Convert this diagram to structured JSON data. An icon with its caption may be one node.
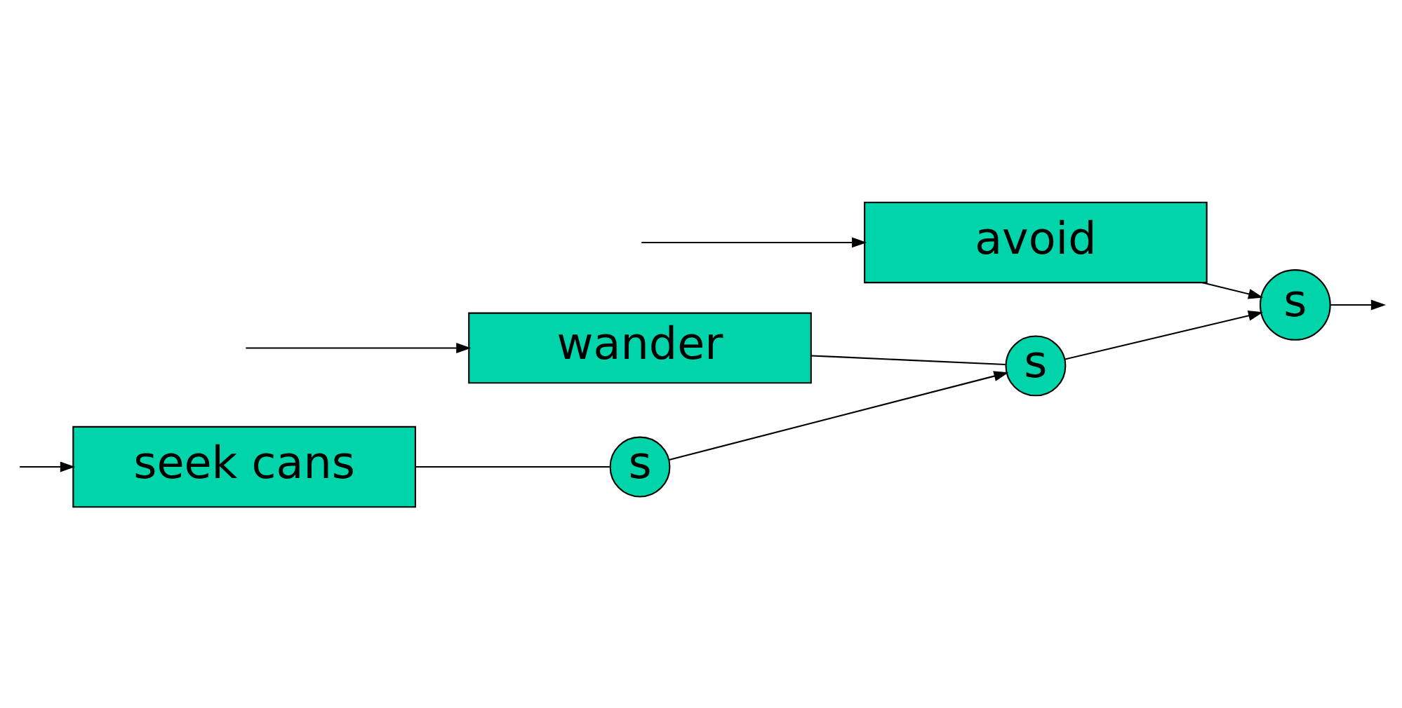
{
  "diagram": {
    "nodes": [
      {
        "text": [
          "seek cans"
        ]
      },
      {
        "text": [
          "s"
        ]
      },
      {
        "text": [
          "wander"
        ]
      },
      {
        "text": [
          "s"
        ]
      },
      {
        "text": [
          "avoid"
        ]
      },
      {
        "text": [
          "s"
        ]
      }
    ],
    "edges": [
      {
        "from": null,
        "to": 0,
        "arrow": "to"
      },
      {
        "from": 0,
        "to": 1,
        "arrow": "none"
      },
      {
        "from": 1,
        "to": 3,
        "arrow": "to"
      },
      {
        "from": null,
        "to": 2,
        "arrow": "to"
      },
      {
        "from": 2,
        "to": 3,
        "arrow": "none"
      },
      {
        "from": 3,
        "to": 5,
        "arrow": "to"
      },
      {
        "from": null,
        "to": 4,
        "arrow": "to"
      },
      {
        "from": 4,
        "to": 5,
        "arrow": "to"
      },
      {
        "from": 5,
        "to": null,
        "arrow": "to"
      }
    ]
  }
}
